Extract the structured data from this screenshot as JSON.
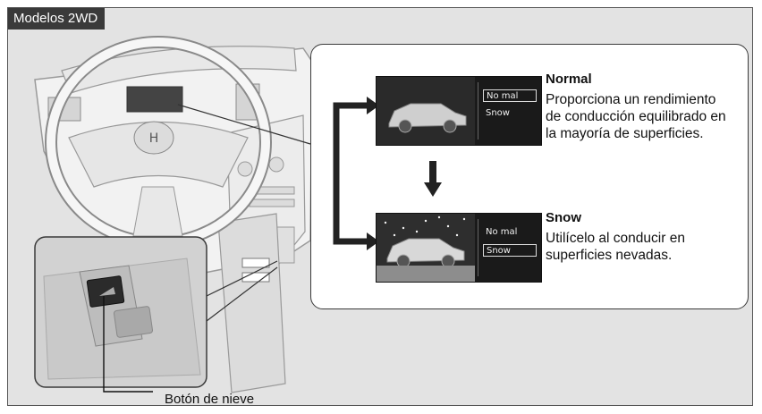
{
  "header": {
    "tag": "Modelos 2WD"
  },
  "modes": [
    {
      "title": "Normal",
      "description": "Proporciona un rendimiento de conducción equilibrado en la mayoría de superficies.",
      "screen": {
        "option1": "No mal",
        "option2": "Snow",
        "selected": "option1"
      }
    },
    {
      "title": "Snow",
      "description": "Utilícelo al conducir en superficies nevadas.",
      "screen": {
        "option1": "No mal",
        "option2": "Snow",
        "selected": "option2"
      }
    }
  ],
  "callout": {
    "label": "Botón de nieve"
  },
  "colors": {
    "background": "#e3e3e3",
    "tag": "#3a3a3a",
    "screen": "#1a1a1a",
    "arrow": "#222222"
  }
}
